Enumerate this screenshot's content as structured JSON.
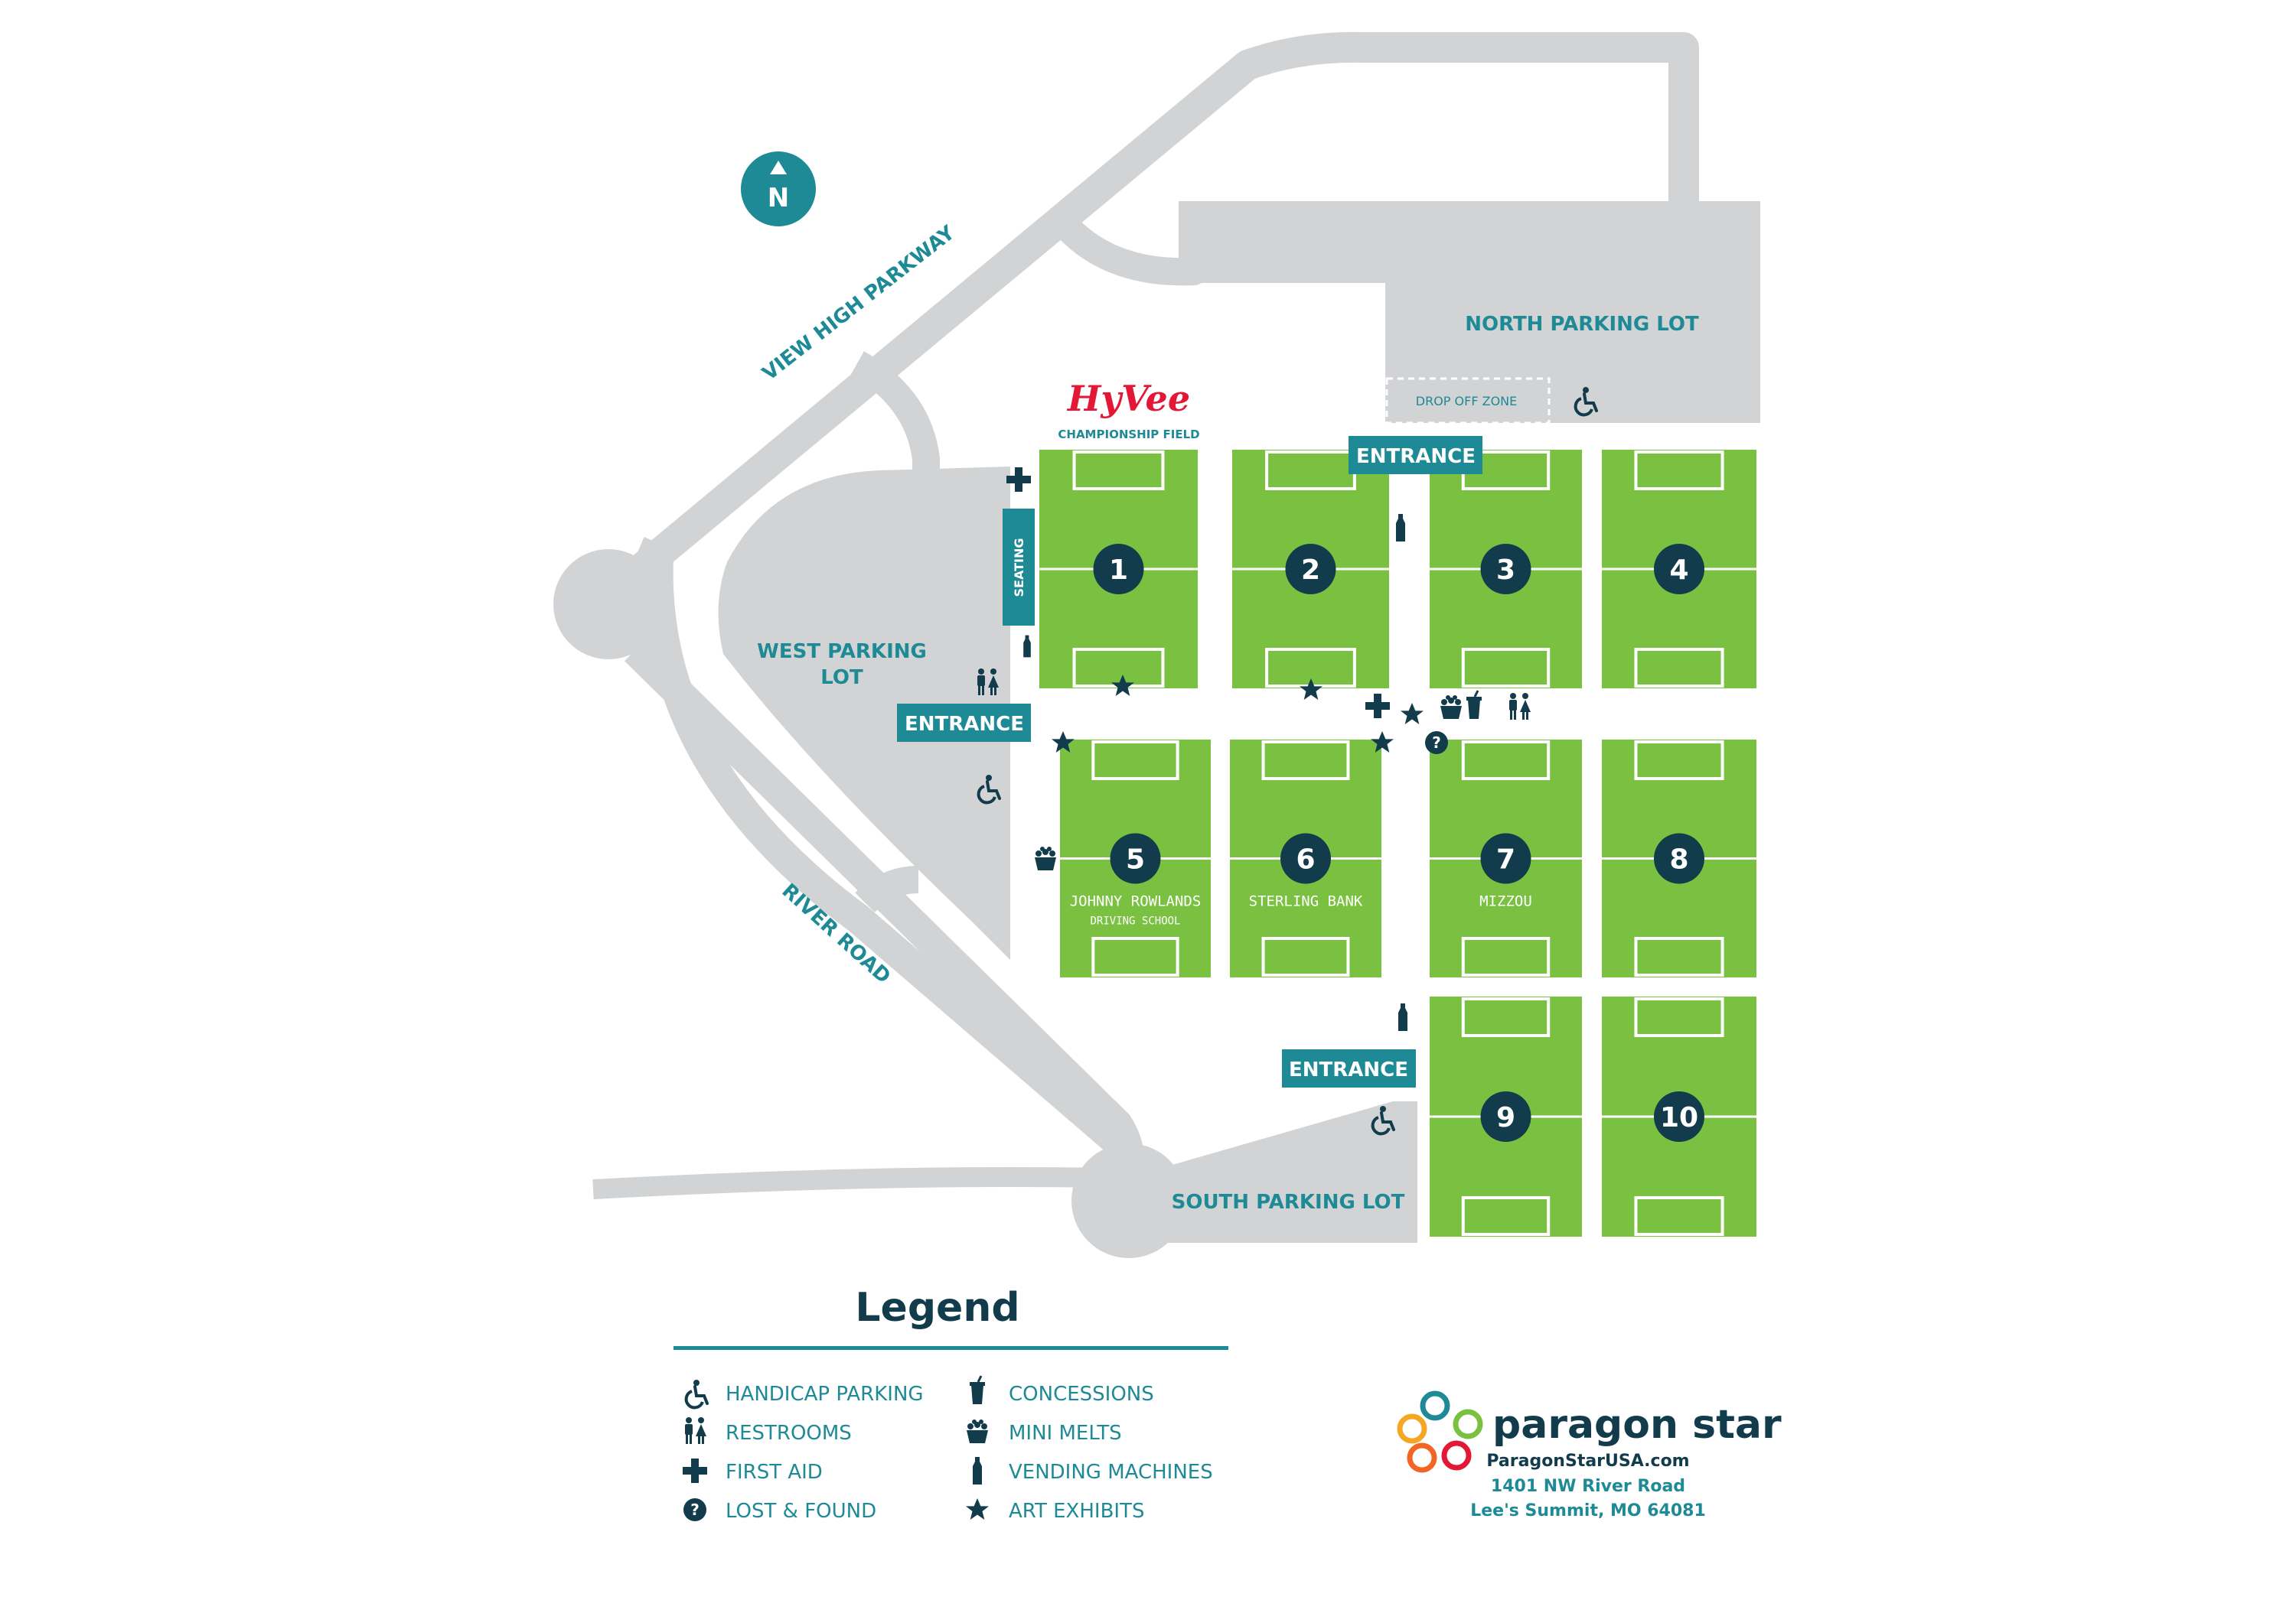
{
  "compass": {
    "label": "N"
  },
  "roads": {
    "view_high": "VIEW HIGH PARKWAY",
    "river": "RIVER ROAD"
  },
  "lots": {
    "north": "NORTH PARKING LOT",
    "west_line1": "WEST PARKING",
    "west_line2": "LOT",
    "south": "SOUTH PARKING LOT",
    "dropoff": "DROP OFF ZONE"
  },
  "hyvee": {
    "logo": "HyVee",
    "caption": "CHAMPIONSHIP FIELD"
  },
  "entrance_label": "ENTRANCE",
  "seating_label": "SEATING",
  "fields": [
    {
      "number": "1",
      "sponsor": "",
      "sponsor_sub": ""
    },
    {
      "number": "2",
      "sponsor": "",
      "sponsor_sub": ""
    },
    {
      "number": "3",
      "sponsor": "",
      "sponsor_sub": ""
    },
    {
      "number": "4",
      "sponsor": "",
      "sponsor_sub": ""
    },
    {
      "number": "5",
      "sponsor": "JOHNNY ROWLANDS",
      "sponsor_sub": "DRIVING SCHOOL"
    },
    {
      "number": "6",
      "sponsor": "STERLING BANK",
      "sponsor_sub": ""
    },
    {
      "number": "7",
      "sponsor": "MIZZOU",
      "sponsor_sub": ""
    },
    {
      "number": "8",
      "sponsor": "",
      "sponsor_sub": ""
    },
    {
      "number": "9",
      "sponsor": "",
      "sponsor_sub": ""
    },
    {
      "number": "10",
      "sponsor": "",
      "sponsor_sub": ""
    }
  ],
  "legend": {
    "title": "Legend",
    "items": [
      {
        "icon": "handicap-icon",
        "label": "HANDICAP PARKING"
      },
      {
        "icon": "restroom-icon",
        "label": "RESTROOMS"
      },
      {
        "icon": "first-aid-icon",
        "label": "FIRST AID"
      },
      {
        "icon": "lost-found-icon",
        "label": "LOST & FOUND"
      },
      {
        "icon": "concessions-icon",
        "label": "CONCESSIONS"
      },
      {
        "icon": "mini-melts-icon",
        "label": "MINI MELTS"
      },
      {
        "icon": "vending-icon",
        "label": "VENDING MACHINES"
      },
      {
        "icon": "star-icon",
        "label": "ART EXHIBITS"
      }
    ]
  },
  "brand": {
    "name": "paragon star",
    "website": "ParagonStarUSA.com",
    "address1": "1401 NW River Road",
    "address2": "Lee's Summit, MO 64081"
  },
  "colors": {
    "road": "#d1d3d4",
    "field": "#7ac142",
    "teal": "#1e8a96",
    "navy": "#123c4b",
    "hyvee_red": "#e31837"
  }
}
